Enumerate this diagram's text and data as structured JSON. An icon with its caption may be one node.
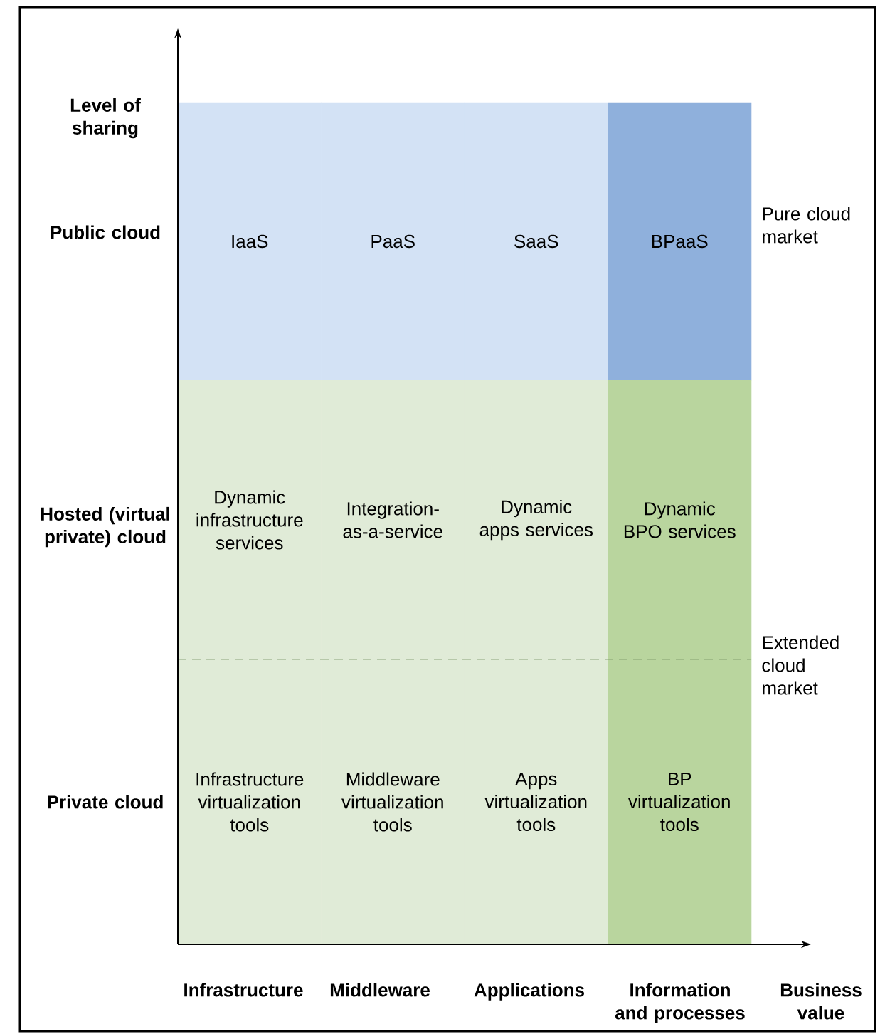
{
  "diagram": {
    "nodes": [
      {
        "text": [
          "IaaS"
        ]
      },
      {
        "text": [
          "PaaS"
        ]
      },
      {
        "text": [
          "SaaS"
        ]
      },
      {
        "text": [
          "BPaaS"
        ]
      },
      {
        "text": [
          "Dynamic infrastructure services"
        ]
      },
      {
        "text": [
          "Integration-as-a-service"
        ]
      },
      {
        "text": [
          "Dynamic apps services"
        ]
      },
      {
        "text": [
          "Dynamic BPO services"
        ]
      },
      {
        "text": [
          "Infrastructure virtualization tools"
        ]
      },
      {
        "text": [
          "Middleware virtualization tools"
        ]
      },
      {
        "text": [
          "Apps virtualization tools"
        ]
      },
      {
        "text": [
          "BP virtualization tools"
        ]
      }
    ],
    "labels": [
      "Level of sharing",
      "Public cloud",
      "Pure cloud market",
      "Hosted (virtual private) cloud",
      "Extended cloud market",
      "Private cloud",
      "Infrastructure",
      "Middleware",
      "Applications",
      "Information and processes",
      "Business value"
    ]
  }
}
